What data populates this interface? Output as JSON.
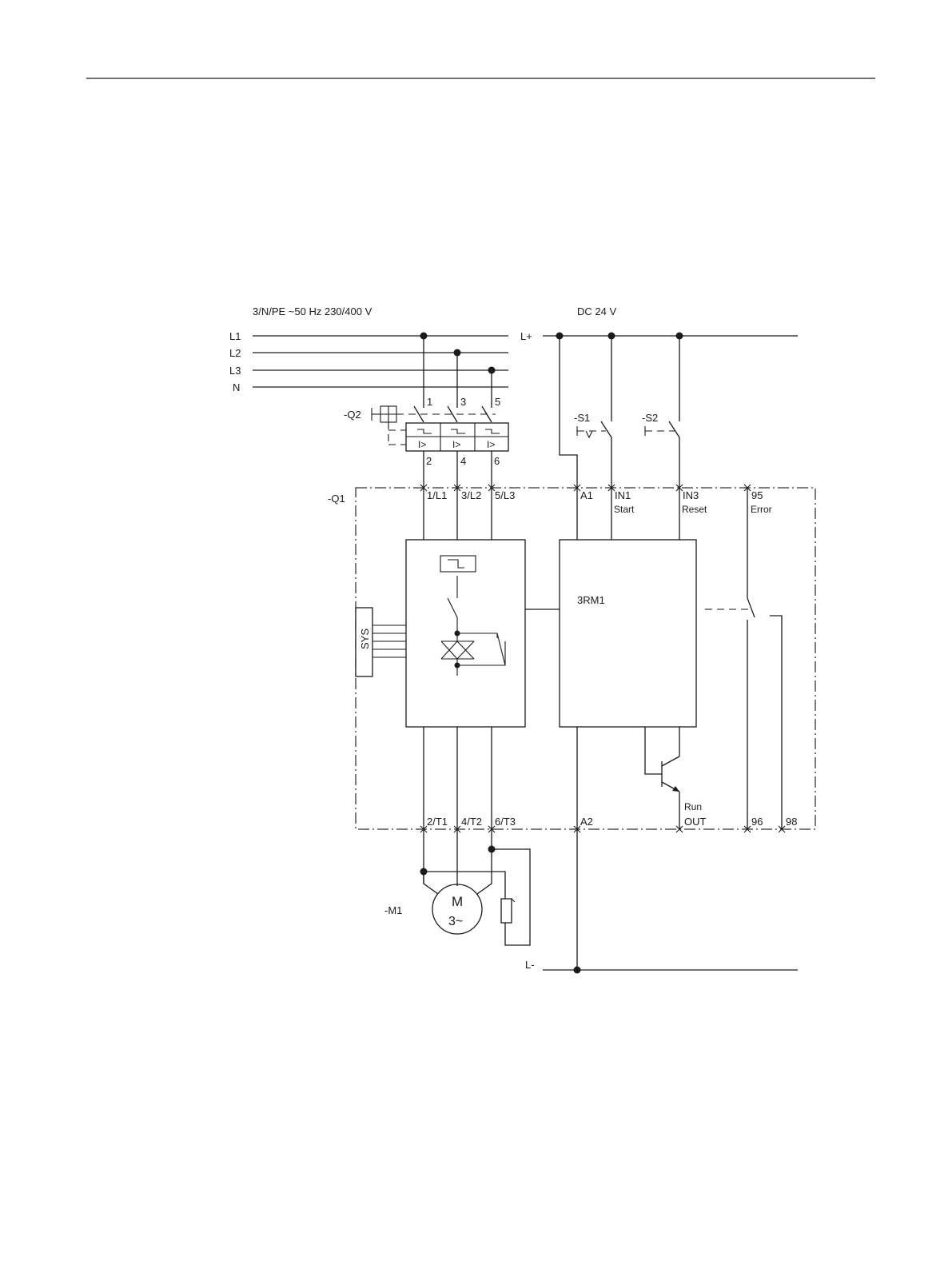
{
  "colors": {
    "line": "#1a1a1a",
    "background": "#ffffff",
    "enclosure": "#333333"
  },
  "supply": {
    "ac_label": "3/N/PE ~50 Hz  230/400 V",
    "dc_label": "DC 24 V",
    "phases": [
      "L1",
      "L2",
      "L3",
      "N"
    ],
    "dc_plus": "L+",
    "dc_minus": "L-"
  },
  "breaker": {
    "tag": "-Q2",
    "top_terminals": [
      "1",
      "3",
      "5"
    ],
    "bottom_terminals": [
      "2",
      "4",
      "6"
    ],
    "trip_symbol": "I>"
  },
  "switches": [
    {
      "tag": "-S1"
    },
    {
      "tag": "-S2"
    }
  ],
  "device": {
    "tag": "-Q1",
    "controller": "3RM1",
    "sys_label": "SYS",
    "top_terminals": [
      {
        "id": "1/L1",
        "desc": ""
      },
      {
        "id": "3/L2",
        "desc": ""
      },
      {
        "id": "5/L3",
        "desc": ""
      },
      {
        "id": "A1",
        "desc": ""
      },
      {
        "id": "IN1",
        "desc": "Start"
      },
      {
        "id": "IN3",
        "desc": "Reset"
      },
      {
        "id": "95",
        "desc": "Error"
      }
    ],
    "bottom_terminals": [
      {
        "id": "2/T1",
        "desc": ""
      },
      {
        "id": "4/T2",
        "desc": ""
      },
      {
        "id": "6/T3",
        "desc": ""
      },
      {
        "id": "A2",
        "desc": ""
      },
      {
        "id": "OUT",
        "desc": "Run"
      },
      {
        "id": "96",
        "desc": ""
      },
      {
        "id": "98",
        "desc": ""
      }
    ]
  },
  "motor": {
    "tag": "-M1",
    "label_top": "M",
    "label_bottom": "3~"
  }
}
